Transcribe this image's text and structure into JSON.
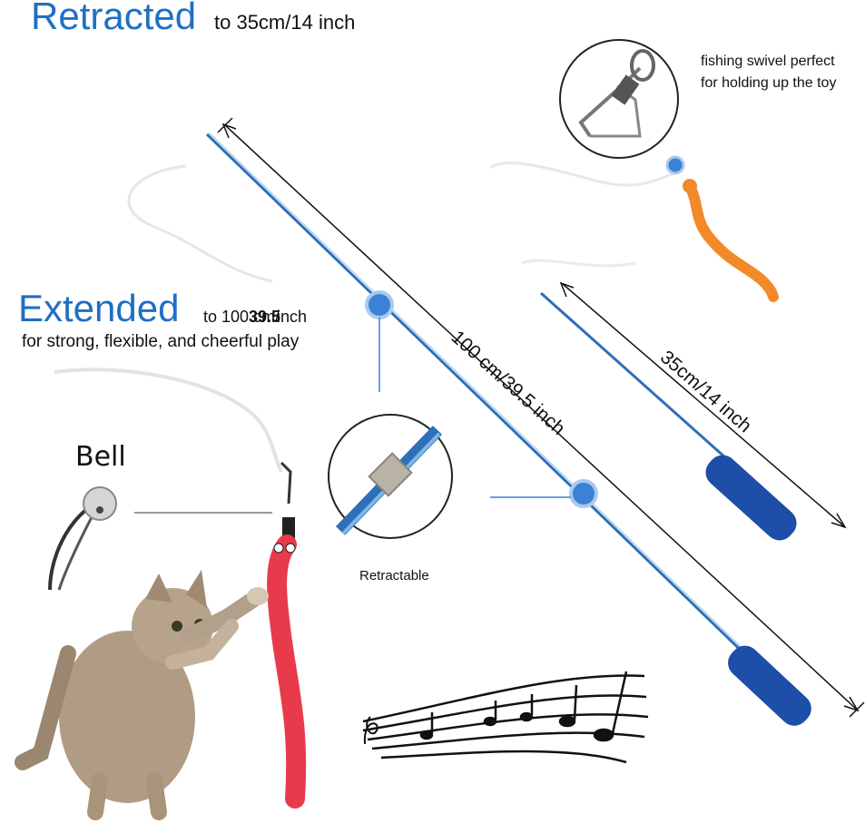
{
  "header": {
    "retracted_title": "Retracted",
    "retracted_sub": "to 35cm/14 inch",
    "extended_title": "Extended",
    "extended_sub_a": "to 100 cm/",
    "extended_sub_b": "39.5",
    "extended_sub_c": "inch",
    "tagline": "for strong, flexible, and cheerful play"
  },
  "callouts": {
    "swivel_line1": "fishing swivel perfect",
    "swivel_line2": "for holding up the toy",
    "bell": "Bell",
    "retractable": "Retractable"
  },
  "dimensions": {
    "long": "100 cm/39.5 inch",
    "short": "35cm/14 inch"
  },
  "colors": {
    "title_blue": "#1f6fc4",
    "rod_blue": "#2f6fb8",
    "handle_blue": "#1d4fa8",
    "worm_red": "#e83a4a",
    "worm_orange": "#f28a2a"
  }
}
